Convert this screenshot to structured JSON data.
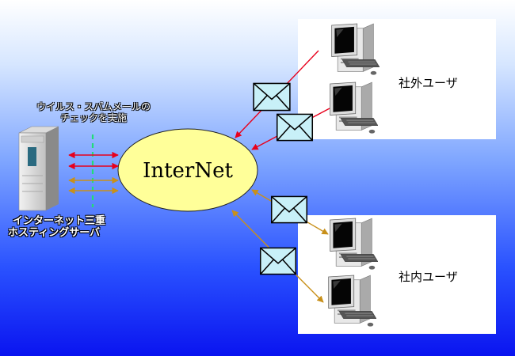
{
  "internet_label": "InterNet",
  "external_users_label": "社外ユーザ",
  "internal_users_label": "社内ユーザ",
  "scan_note": [
    "ウイルス・スパムメールの",
    "チェックを実施"
  ],
  "server_label": [
    "インターネット三重",
    "ホスティングサーバ"
  ],
  "colors": {
    "external_arrow": "#e8001c",
    "internal_arrow": "#c8901a",
    "scan_line": "#22dd77",
    "cloud_fill": "#ffff99",
    "envelope_fill": "#c8f0f8"
  },
  "icons": [
    "server-icon",
    "computer-icon",
    "envelope-icon"
  ]
}
